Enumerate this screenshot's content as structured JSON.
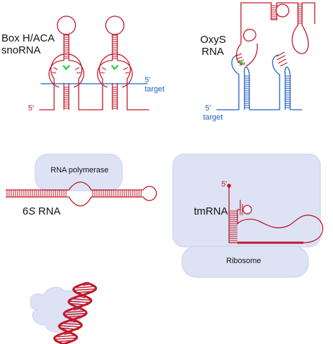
{
  "colors": {
    "rna": "#c0182a",
    "target": "#1f5fc7",
    "highlight": "#34d24a",
    "protein": "#dde3f5",
    "protein_edge": "#c9d1ea",
    "text": "#111111"
  },
  "panels": {
    "snorna": {
      "label_line1": "Box H/ACA",
      "label_line2": "snoRNA",
      "target_label": "target",
      "five_prime_target": "5'",
      "five_prime_rna": "5'"
    },
    "oxys": {
      "label_line1": "OxyS",
      "label_line2": "RNA",
      "target_label": "target",
      "five_prime_target": "5'"
    },
    "six_s": {
      "label": "6S RNA",
      "label_prefix": "6",
      "label_italic": "S",
      "label_suffix": " RNA",
      "protein_label": "RNA polymerase"
    },
    "tmrna": {
      "label": "tmRNA",
      "five_prime": "5'",
      "protein_label": "Ribosome"
    }
  }
}
